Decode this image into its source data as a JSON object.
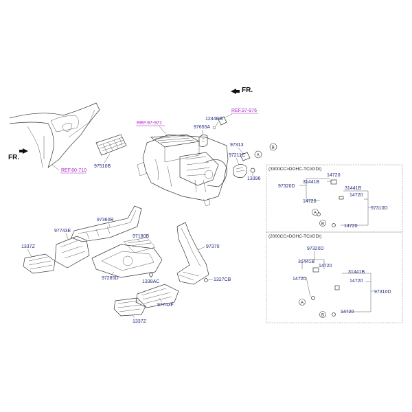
{
  "direction": {
    "front_label": "FR."
  },
  "references": {
    "ref_97_971": "REF.97-971",
    "ref_97_976": "REF.97-976",
    "ref_60_710": "REF.60-710"
  },
  "parts": {
    "p1244BG": "1244BG",
    "p97655A": "97655A",
    "p97313": "97313",
    "p97211C": "97211C",
    "p13396": "13396",
    "p97510B": "97510B",
    "p97360B": "97360B",
    "p97743E": "97743E",
    "p1337Z_left": "1337Z",
    "p97180B": "97180B",
    "p97285D": "97285D",
    "p1338AC": "1338AC",
    "p97370": "97370",
    "p1327CB": "1327CB",
    "p97743F": "97743F",
    "p1337Z_bottom": "1337Z"
  },
  "callouts": {
    "a": "A",
    "b": "B"
  },
  "variant_3300": {
    "header": "(3300CC>DOHC-TCI/GDI)",
    "p14720_top": "14720",
    "p31441B_left": "31441B",
    "p97320D": "97320D",
    "p31441B_right": "31441B",
    "p14720_right": "14720",
    "p14720_left": "14720",
    "p97310D": "97310D",
    "p14720_bottom": "14720"
  },
  "variant_2000": {
    "header": "(2000CC>DOHC-TCI/GDI)",
    "p97320D": "97320D",
    "p31441B_left": "31441B",
    "p14720_top": "14720",
    "p14720_left": "14720",
    "p31441B_right": "31441B",
    "p14720_right": "14720",
    "p97310D": "97310D",
    "p14720_bottom": "14720"
  }
}
